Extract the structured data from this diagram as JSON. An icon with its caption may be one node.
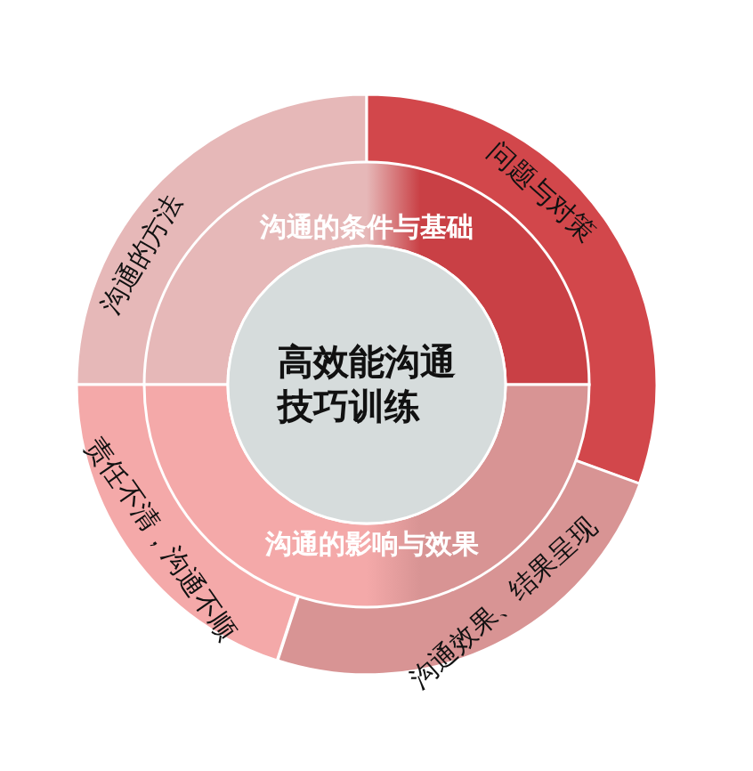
{
  "diagram": {
    "nodes": [
      {
        "text": [
          "沟通的方法"
        ]
      },
      {
        "text": [
          "问题与对策"
        ]
      },
      {
        "text": [
          "沟通的条件与基础"
        ]
      },
      {
        "text": [
          "高效能沟通技巧训练"
        ]
      },
      {
        "text": [
          "沟通的影响与效果"
        ]
      },
      {
        "text": [
          "责任不清，沟通不顺"
        ]
      },
      {
        "text": [
          "沟通效果、结果呈现"
        ]
      }
    ]
  }
}
